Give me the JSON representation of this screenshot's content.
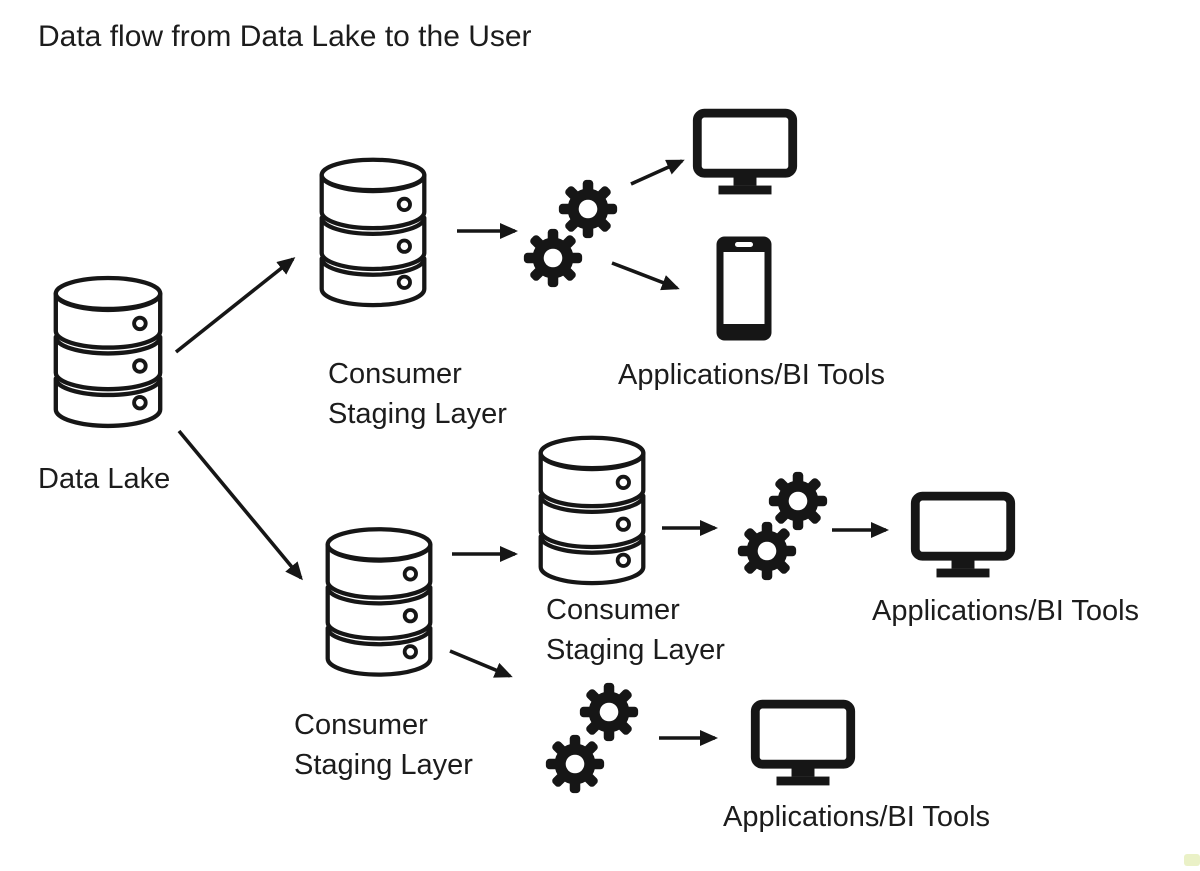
{
  "title": "Data flow from Data Lake to the User",
  "colors": {
    "ink": "#1c1c1c",
    "background": "#ffffff",
    "corner_artifact": "#e3ecb4"
  },
  "icon_legend": {
    "database-icon": "stacked cylinder database",
    "gears-icon": "two solid process gears",
    "monitor-icon": "desktop monitor",
    "smartphone-icon": "mobile phone"
  },
  "nodes": {
    "data_lake": {
      "label": "Data Lake",
      "icon": "database-icon"
    },
    "staging_top": {
      "label_line1": "Consumer",
      "label_line2": "Staging Layer",
      "icon": "database-icon"
    },
    "process_top": {
      "icon": "gears-icon"
    },
    "apps_top": {
      "label": "Applications/BI Tools",
      "icons": [
        "monitor-icon",
        "smartphone-icon"
      ]
    },
    "staging_mid": {
      "label_line1": "Consumer",
      "label_line2": "Staging Layer",
      "icon": "database-icon"
    },
    "process_mid": {
      "icon": "gears-icon"
    },
    "apps_mid": {
      "label": "Applications/BI Tools",
      "icons": [
        "monitor-icon"
      ]
    },
    "staging_bottom": {
      "label_line1": "Consumer",
      "label_line2": "Staging Layer",
      "icon": "database-icon"
    },
    "process_bottom": {
      "icon": "gears-icon"
    },
    "apps_bottom": {
      "label": "Applications/BI Tools",
      "icons": [
        "monitor-icon"
      ]
    }
  },
  "edges": [
    {
      "from": "data_lake",
      "to": "staging_top"
    },
    {
      "from": "data_lake",
      "to": "staging_bottom"
    },
    {
      "from": "staging_top",
      "to": "process_top"
    },
    {
      "from": "process_top",
      "to": "apps_top.monitor"
    },
    {
      "from": "process_top",
      "to": "apps_top.smartphone"
    },
    {
      "from": "staging_bottom",
      "to": "staging_mid"
    },
    {
      "from": "staging_mid",
      "to": "process_mid"
    },
    {
      "from": "process_mid",
      "to": "apps_mid.monitor"
    },
    {
      "from": "staging_bottom",
      "to": "process_bottom"
    },
    {
      "from": "process_bottom",
      "to": "apps_bottom.monitor"
    }
  ]
}
